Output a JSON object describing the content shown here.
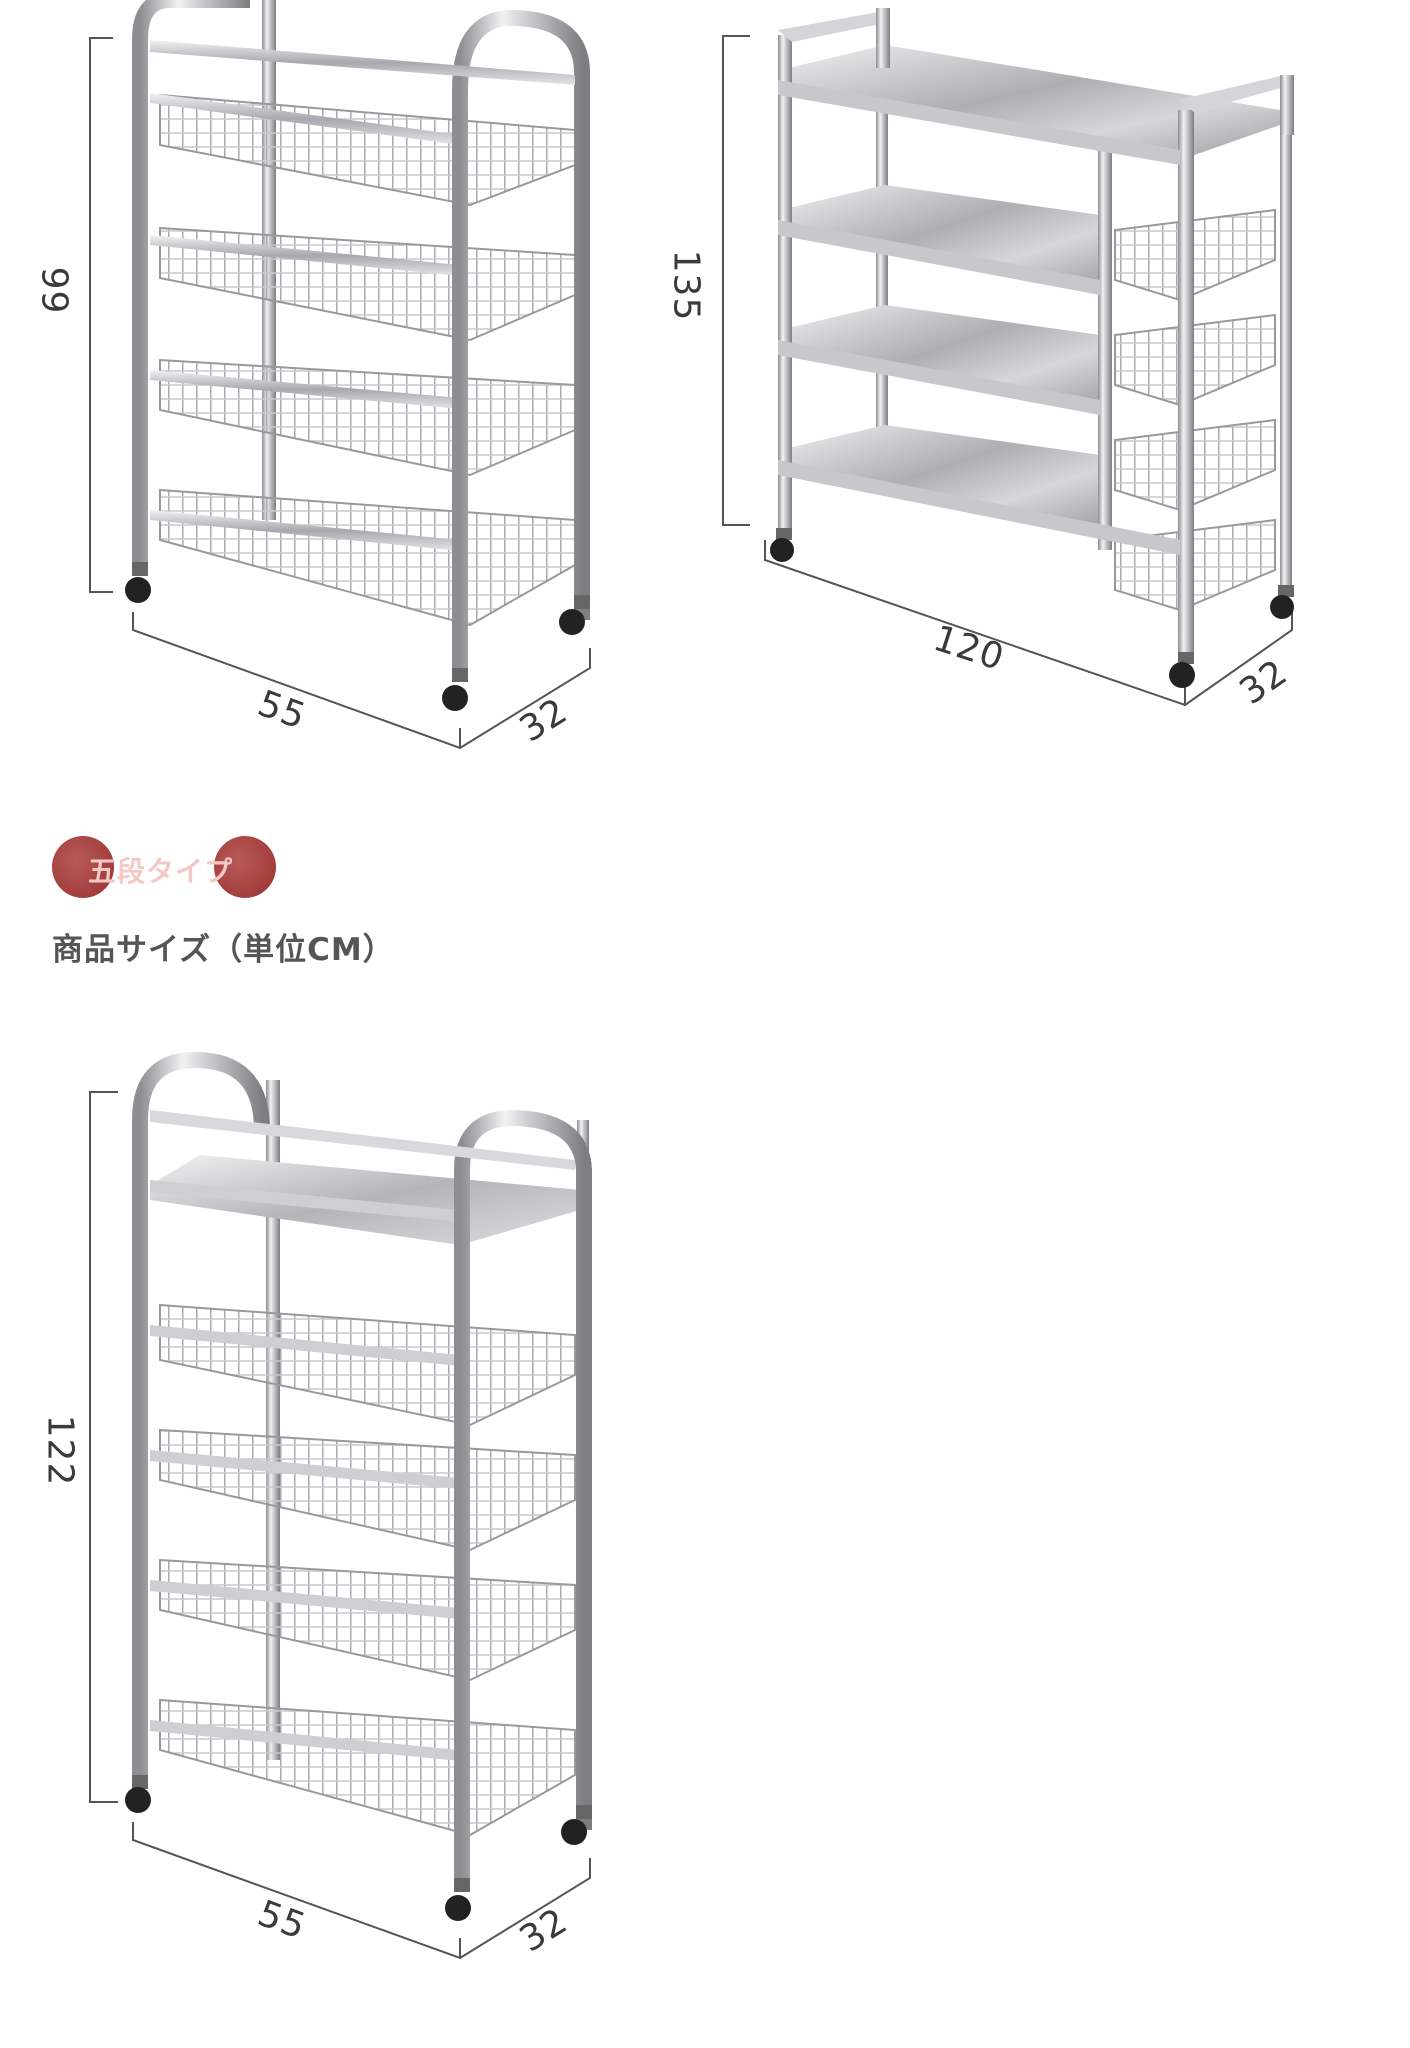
{
  "products": [
    {
      "id": "rack-4-tier-basket",
      "dims": {
        "height": "99",
        "width": "55",
        "depth": "32"
      }
    },
    {
      "id": "rack-wide-shelf-basket",
      "dims": {
        "height": "135",
        "width": "120",
        "depth": "32"
      }
    },
    {
      "id": "rack-5-tier",
      "dims": {
        "height": "122",
        "width": "55",
        "depth": "32"
      }
    }
  ],
  "badge": {
    "label": "五段タイプ",
    "color": "#a33e3d"
  },
  "section_title": "商品サイズ（単位CM）",
  "colors": {
    "dimension_lines": "#555555",
    "chrome": "#b8b8bc"
  }
}
